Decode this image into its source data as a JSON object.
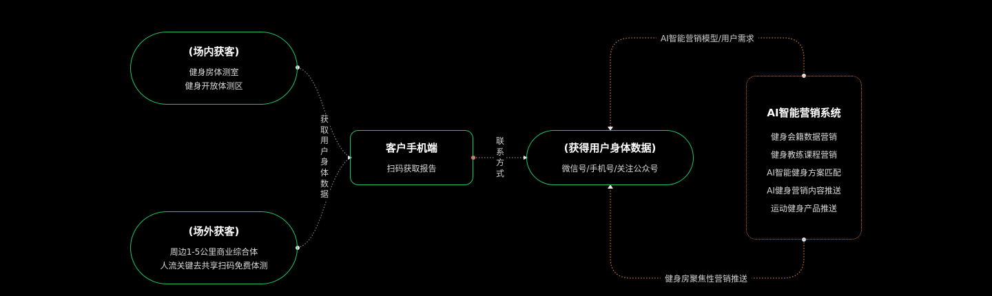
{
  "nodes": {
    "onsite": {
      "title": "(场内获客)",
      "lines": [
        "健身房体测室",
        "健身开放体测区"
      ]
    },
    "offsite": {
      "title": "(场外获客)",
      "lines": [
        "周边1-5公里商业综合体",
        "人流关键去共享扫码免费体测"
      ]
    },
    "phone": {
      "title": "客户手机端",
      "lines": [
        "扫码获取报告"
      ]
    },
    "bodydata": {
      "title": "(获得用户身体数据)",
      "lines": [
        "微信号/手机号/关注公众号"
      ]
    },
    "ai_system": {
      "title": "AI智能营销系统",
      "lines": [
        "健身会籍数据营销",
        "健身教练课程营销",
        "AI智能健身方案匹配",
        "AI健身营销内容推送",
        "运动健身产品推送"
      ]
    }
  },
  "edge_labels": {
    "acquire": [
      "获",
      "取",
      "用",
      "户",
      "身",
      "体",
      "数",
      "据"
    ],
    "contact": [
      "联",
      "系",
      "方",
      "式"
    ],
    "top_loop": "AI智能营销模型/用户需求",
    "bottom_loop": "健身房聚焦性营销推送"
  },
  "colors": {
    "node_border": "#1ec96a",
    "loop_line": "#c8743a",
    "connector": "#8a8a8a",
    "dot": "#e6e6e6",
    "contact_dot": "#ff6b6b",
    "background": "#000000"
  }
}
